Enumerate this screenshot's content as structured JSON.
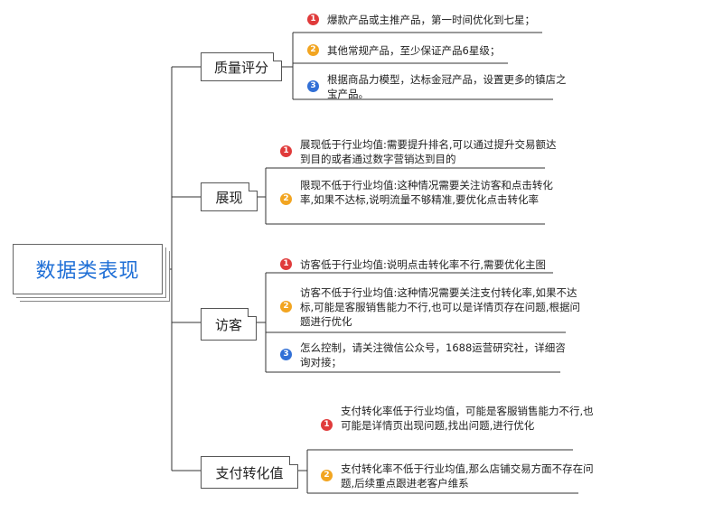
{
  "root": {
    "label": "数据类表现"
  },
  "branches": [
    {
      "label": "质量评分",
      "items": [
        {
          "num": "1",
          "text": "爆款产品或主推产品，第一时间优化到七星；"
        },
        {
          "num": "2",
          "text": "其他常规产品，至少保证产品6星级；"
        },
        {
          "num": "3",
          "text": "根据商品力模型，达标金冠产品，设置更多的镇店之宝产品。"
        }
      ]
    },
    {
      "label": "展现",
      "items": [
        {
          "num": "1",
          "text": "展现低于行业均值:需要提升排名,可以通过提升交易额达到目的或者通过数字营销达到目的"
        },
        {
          "num": "2",
          "text": "限现不低于行业均值:这种情况需要关注访客和点击转化率,如果不达标,说明流量不够精准,要优化点击转化率"
        }
      ]
    },
    {
      "label": "访客",
      "items": [
        {
          "num": "1",
          "text": "访客低于行业均值:说明点击转化率不行,需要优化主图"
        },
        {
          "num": "2",
          "text": "访客不低于行业均值:这种情况需要关注支付转化率,如果不达标,可能是客服销售能力不行,也可以是详情页存在问题,根据问题进行优化"
        },
        {
          "num": "3",
          "text": "怎么控制，请关注微信公众号，1688运营研究社，详细咨询对接；"
        }
      ]
    },
    {
      "label": "支付转化值",
      "items": [
        {
          "num": "1",
          "text": "支付转化率低于行业均值，可能是客服销售能力不行,也可能是详情页出现问题,找出问题,进行优化"
        },
        {
          "num": "2",
          "text": "支付转化率不低于行业均值,那么店铺交易方面不存在问题,后续重点跟进老客户维系"
        }
      ]
    }
  ],
  "colors": {
    "root_text": "#1f6fd6",
    "badge_1": "#e03b3b",
    "badge_2": "#f2a521",
    "badge_3": "#3270d6",
    "lines": "#333333"
  }
}
